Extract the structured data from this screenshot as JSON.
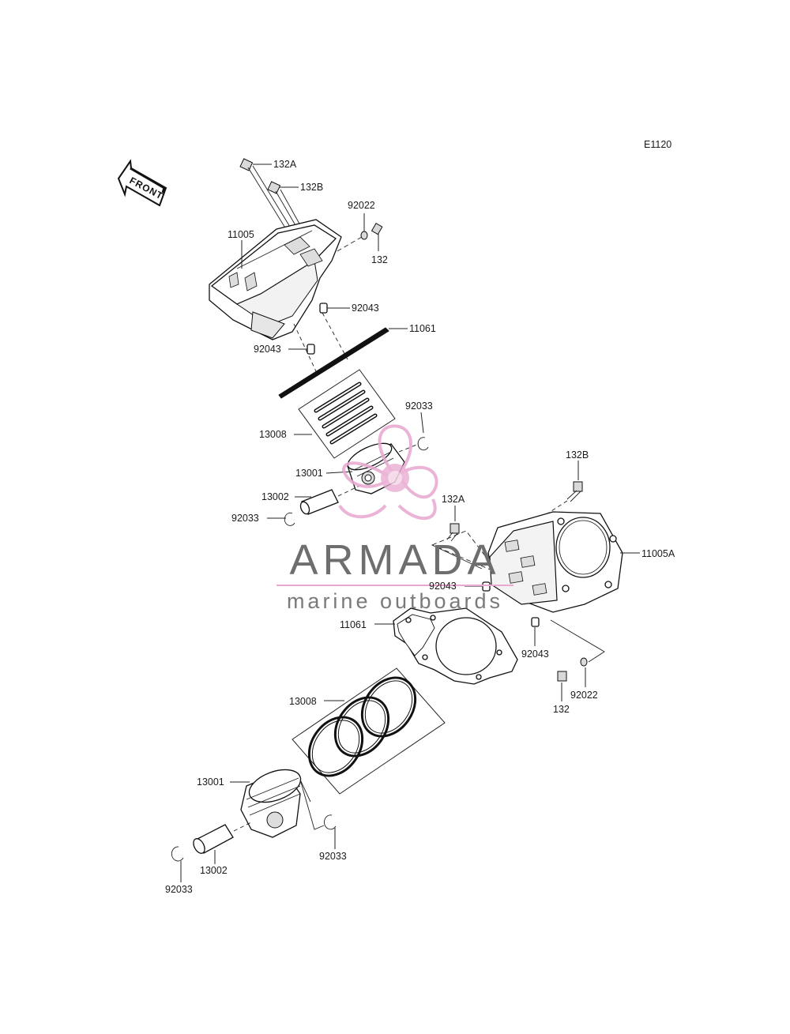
{
  "reference_code": "E1120",
  "front_label": "FRONT",
  "watermark": {
    "title": "ARMADA",
    "subtitle": "marine outboards",
    "accent_color": "#e8a8d0",
    "text_color": "#6e6e6e"
  },
  "labels": {
    "top_132A": "132A",
    "top_132B": "132B",
    "top_92022": "92022",
    "top_132": "132",
    "top_11005": "11005",
    "top_92043_a": "92043",
    "top_92043_b": "92043",
    "top_11061": "11061",
    "top_13008": "13008",
    "top_92033_right": "92033",
    "top_13001": "13001",
    "top_13002": "13002",
    "top_92033_left": "92033",
    "right_132B": "132B",
    "right_132A": "132A",
    "right_11005A": "11005A",
    "right_92043_a": "92043",
    "right_92043_b": "92043",
    "right_11061": "11061",
    "right_92022": "92022",
    "right_132": "132",
    "bottom_13008": "13008",
    "bottom_13001": "13001",
    "bottom_92033_right": "92033",
    "bottom_13002": "13002",
    "bottom_92033_left": "92033"
  }
}
